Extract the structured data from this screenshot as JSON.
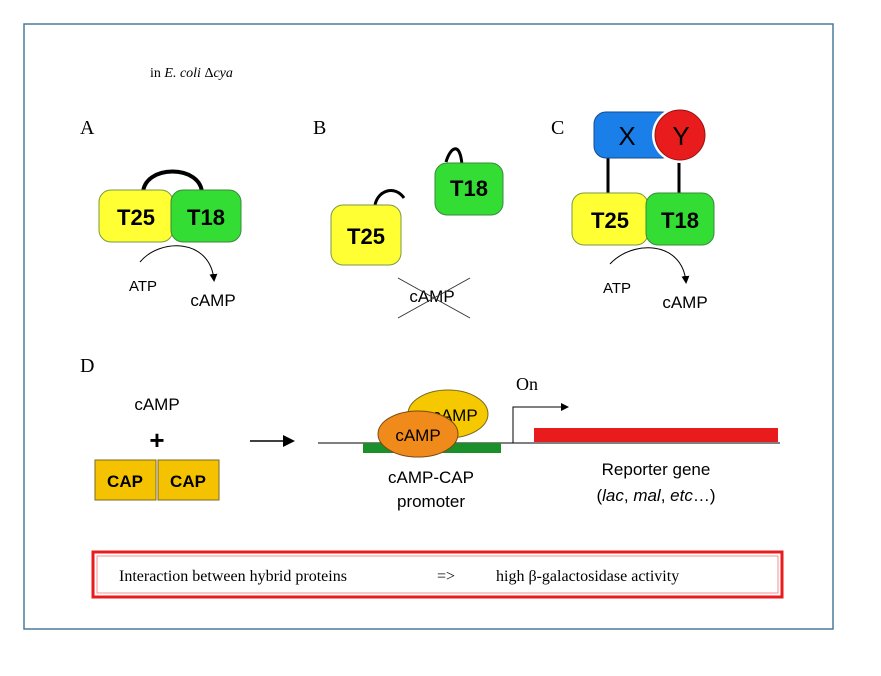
{
  "header": {
    "prefix": "in ",
    "organism": "E. coli",
    "delta": " Δ",
    "gene": "cya"
  },
  "panels": {
    "a": {
      "letter": "A",
      "t25": "T25",
      "t18": "T18",
      "substrate": "ATP",
      "product": "cAMP"
    },
    "b": {
      "letter": "B",
      "t25": "T25",
      "t18": "T18",
      "product_crossed": "cAMP"
    },
    "c": {
      "letter": "C",
      "x": "X",
      "y": "Y",
      "t25": "T25",
      "t18": "T18",
      "substrate": "ATP",
      "product": "cAMP"
    },
    "d": {
      "letter": "D",
      "camp": "cAMP",
      "plus": "+",
      "cap_left": "CAP",
      "cap_right": "CAP",
      "bound_back": "cAMP",
      "bound_front": "cAMP",
      "on": "On",
      "promoter_line1": "cAMP-CAP",
      "promoter_line2": "promoter",
      "reporter_line1": "Reporter gene",
      "reporter_open": "(",
      "reporter_lac": "lac",
      "reporter_sep1": ", ",
      "reporter_mal": "mal",
      "reporter_sep2": ", ",
      "reporter_etc": "etc",
      "reporter_close": "…)"
    }
  },
  "footer": {
    "left": "Interaction between hybrid proteins",
    "arrow": "=>",
    "right": "high β-galactosidase activity"
  },
  "colors": {
    "t25": "#ffff33",
    "t18": "#33dd33",
    "x_domain": "#1a7fe8",
    "y_domain": "#e81c1c",
    "cap": "#f5c200",
    "camp_ellipse_back": "#f5c800",
    "camp_ellipse_front": "#f08a1a",
    "promoter_bar": "#1a8f2a",
    "reporter_bar": "#e81c1c",
    "footer_border": "#e81c1c",
    "frame_border": "#4a7a9a"
  }
}
